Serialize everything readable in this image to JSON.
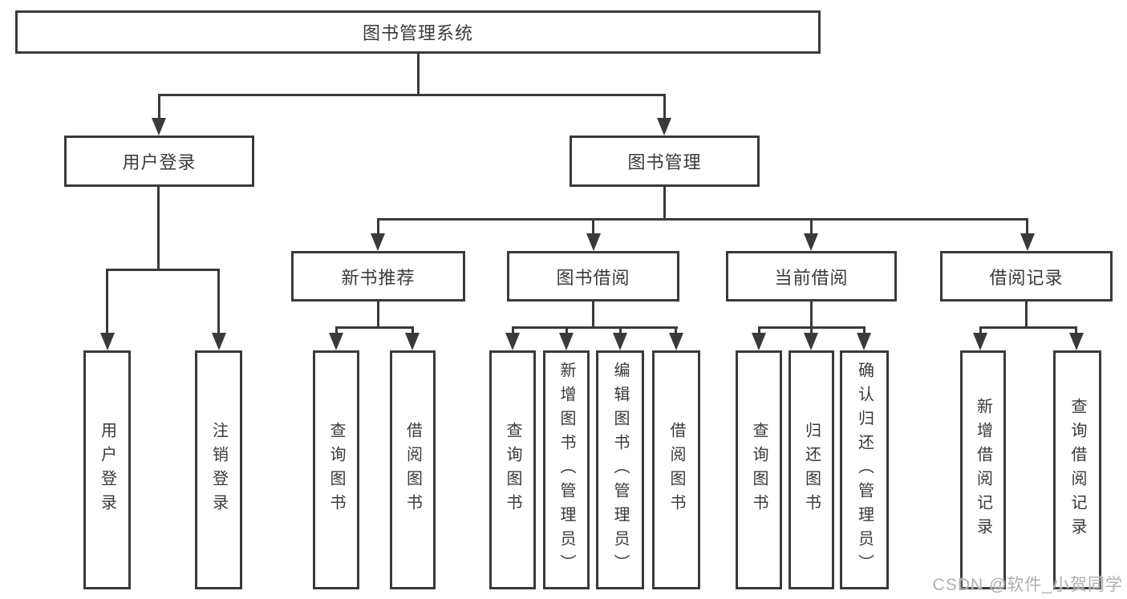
{
  "watermark": "CSDN @软件_小贺同学",
  "colors": {
    "line": "#3a3a3a",
    "box_border": "#3a3a3a",
    "text": "#3a3a3a",
    "background": "#ffffff",
    "watermark": "#b0b0b0"
  },
  "tree": {
    "label": "图书管理系统",
    "children": [
      {
        "label": "用户登录",
        "children": [
          {
            "label": "用户登录"
          },
          {
            "label": "注销登录"
          }
        ]
      },
      {
        "label": "图书管理",
        "children": [
          {
            "label": "新书推荐",
            "children": [
              {
                "label": "查询图书"
              },
              {
                "label": "借阅图书"
              }
            ]
          },
          {
            "label": "图书借阅",
            "children": [
              {
                "label": "查询图书"
              },
              {
                "label": "新增图书（管理员）"
              },
              {
                "label": "编辑图书（管理员）"
              },
              {
                "label": "借阅图书"
              }
            ]
          },
          {
            "label": "当前借阅",
            "children": [
              {
                "label": "查询图书"
              },
              {
                "label": "归还图书"
              },
              {
                "label": "确认归还（管理员）"
              }
            ]
          },
          {
            "label": "借阅记录",
            "children": [
              {
                "label": "新增借阅记录"
              },
              {
                "label": "查询借阅记录"
              }
            ]
          }
        ]
      }
    ]
  }
}
